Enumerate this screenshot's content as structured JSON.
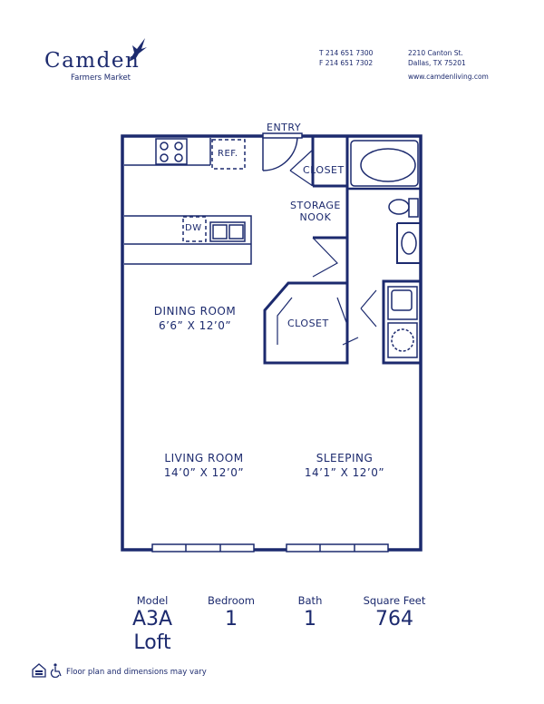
{
  "brand": {
    "name": "Camden",
    "community": "Farmers Market"
  },
  "contact": {
    "phone": "T 214 651 7300",
    "fax": "F 214 651 7302",
    "street": "2210 Canton St.",
    "city": "Dallas, TX 75201",
    "website": "www.camdenliving.com"
  },
  "plan_labels": {
    "entry": "ENTRY",
    "ref": "REF.",
    "dw": "DW",
    "closet_top": "CLOSET",
    "storage_line1": "STORAGE",
    "storage_line2": "NOOK",
    "closet_mid": "CLOSET"
  },
  "rooms": {
    "dining": {
      "name": "DINING ROOM",
      "dims": "6’6” X 12’0”"
    },
    "living": {
      "name": "LIVING ROOM",
      "dims": "14’0” X 12’0”"
    },
    "sleeping": {
      "name": "SLEEPING",
      "dims": "14’1” X 12’0”"
    }
  },
  "stats": {
    "model_label": "Model",
    "model_value": "A3A",
    "model_sub": "Loft",
    "bedroom_label": "Bedroom",
    "bedroom_value": "1",
    "bath_label": "Bath",
    "bath_value": "1",
    "sqft_label": "Square Feet",
    "sqft_value": "764"
  },
  "footer": {
    "note": "Floor plan and dimensions may vary"
  },
  "colors": {
    "primary": "#1c2a6e",
    "background": "#ffffff"
  },
  "icons": [
    "hummingbird-icon",
    "equal-housing-icon",
    "accessibility-icon"
  ]
}
